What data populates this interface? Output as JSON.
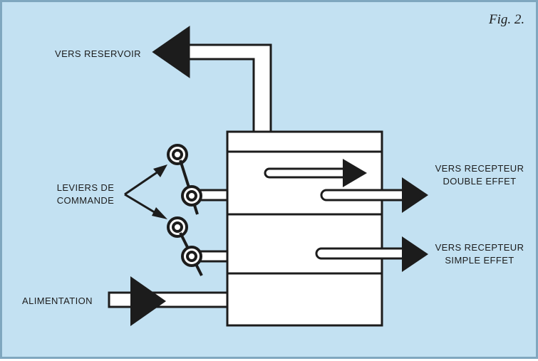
{
  "figure_label": "Fig. 2.",
  "labels": {
    "reservoir": "VERS RESERVOIR",
    "levers_line1": "LEVIERS DE",
    "levers_line2": "COMMANDE",
    "double_line1": "VERS RECEPTEUR",
    "double_line2": "DOUBLE EFFET",
    "simple_line1": "VERS RECEPTEUR",
    "simple_line2": "SIMPLE EFFET",
    "alimentation": "ALIMENTATION"
  },
  "colors": {
    "background": "#c3e1f2",
    "ink": "#1c1c1c",
    "fill": "#ffffff"
  }
}
